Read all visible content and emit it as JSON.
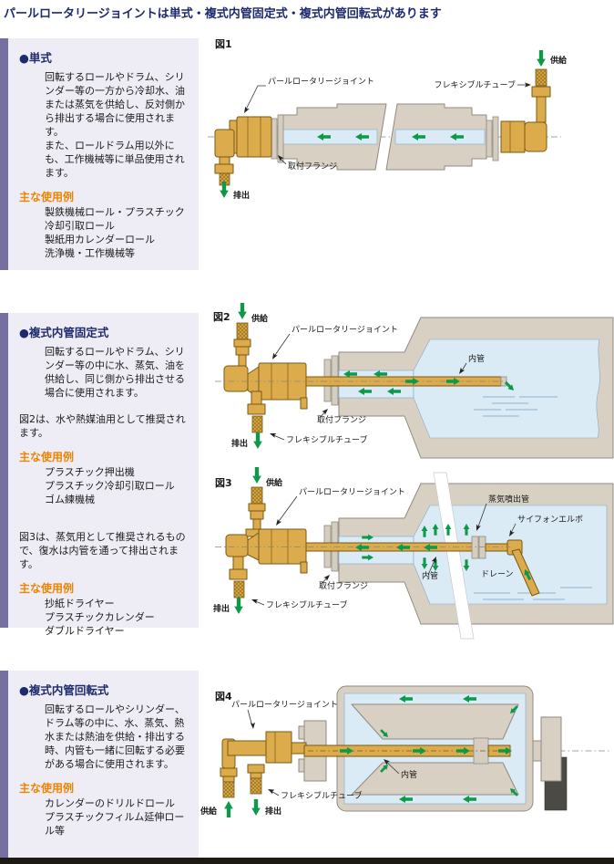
{
  "page": {
    "title": "パールロータリージョイントは単式・複式内管固定式・複式内管回転式があります",
    "colors": {
      "title_navy": "#1e2a6e",
      "accent_orange": "#f08300",
      "panel_bg": "#eeedf5",
      "panel_stripe": "#75709f",
      "brass": "#dcab4c",
      "roll_body": "#d8d0c3",
      "water_blue": "#daebf6",
      "flow_green": "#0c9a48",
      "footer_bar": "#1d1a14"
    }
  },
  "sections": [
    {
      "heading": "●単式",
      "body1": "回転するロールやドラム、シリンダー等の一方から冷却水、油または蒸気を供給し、反対側から排出する場合に使用されます。",
      "body2": "また、ロールドラム用以外にも、工作機械等に単品使用されます。",
      "usage_title": "主な使用例",
      "usage_items": [
        "製鉄機械ロール・プラスチック冷却引取ロール",
        "製紙用カレンダーロール",
        "洗浄機・工作機械等"
      ]
    },
    {
      "heading": "●複式内管固定式",
      "body1": "回転するロールやドラム、シリンダー等の中に水、蒸気、油を供給し、同じ側から排出させる場合に使用されます。",
      "note_fig2": "図2は、水や熱媒油用として推奨されます。",
      "usage_title_fig2": "主な使用例",
      "usage_items_fig2": [
        "プラスチック押出機",
        "プラスチック冷却引取ロール",
        "ゴム練機械"
      ],
      "note_fig3": "図3は、蒸気用として推奨されるもので、復水は内管を通って排出されます。",
      "usage_title_fig3": "主な使用例",
      "usage_items_fig3": [
        "抄紙ドライヤー",
        "プラスチックカレンダー",
        "ダブルドライヤー"
      ]
    },
    {
      "heading": "●複式内管回転式",
      "body1": "回転するロールやシリンダー、ドラム等の中に、水、蒸気、熱水または熱油を供給・排出する時、内管も一緒に回転する必要がある場合に使用されます。",
      "usage_title": "主な使用例",
      "usage_items": [
        "カレンダーのドリルドロール",
        "プラスチックフィルム延伸ロール等"
      ]
    }
  ],
  "figures": {
    "fig1": {
      "label": "図1",
      "joint": "パールロータリージョイント",
      "flexible_tube": "フレキシブルチューブ",
      "flange": "取付フランジ",
      "supply": "供給",
      "discharge": "排出"
    },
    "fig2": {
      "label": "図2",
      "supply": "供給",
      "joint": "パールロータリージョイント",
      "inner_pipe": "内管",
      "flange": "取付フランジ",
      "flexible_tube": "フレキシブルチューブ",
      "discharge": "排出"
    },
    "fig3": {
      "label": "図3",
      "supply": "供給",
      "joint": "パールロータリージョイント",
      "steam_pipe": "蒸気噴出管",
      "siphon_elbow": "サイフォンエルボ",
      "inner_pipe": "内管",
      "drain": "ドレーン",
      "flange": "取付フランジ",
      "flexible_tube": "フレキシブルチューブ",
      "discharge": "排出"
    },
    "fig4": {
      "label": "図4",
      "joint": "パールロータリージョイント",
      "inner_pipe": "内管",
      "flexible_tube": "フレキシブルチューブ",
      "supply": "供給",
      "discharge": "排出"
    }
  }
}
